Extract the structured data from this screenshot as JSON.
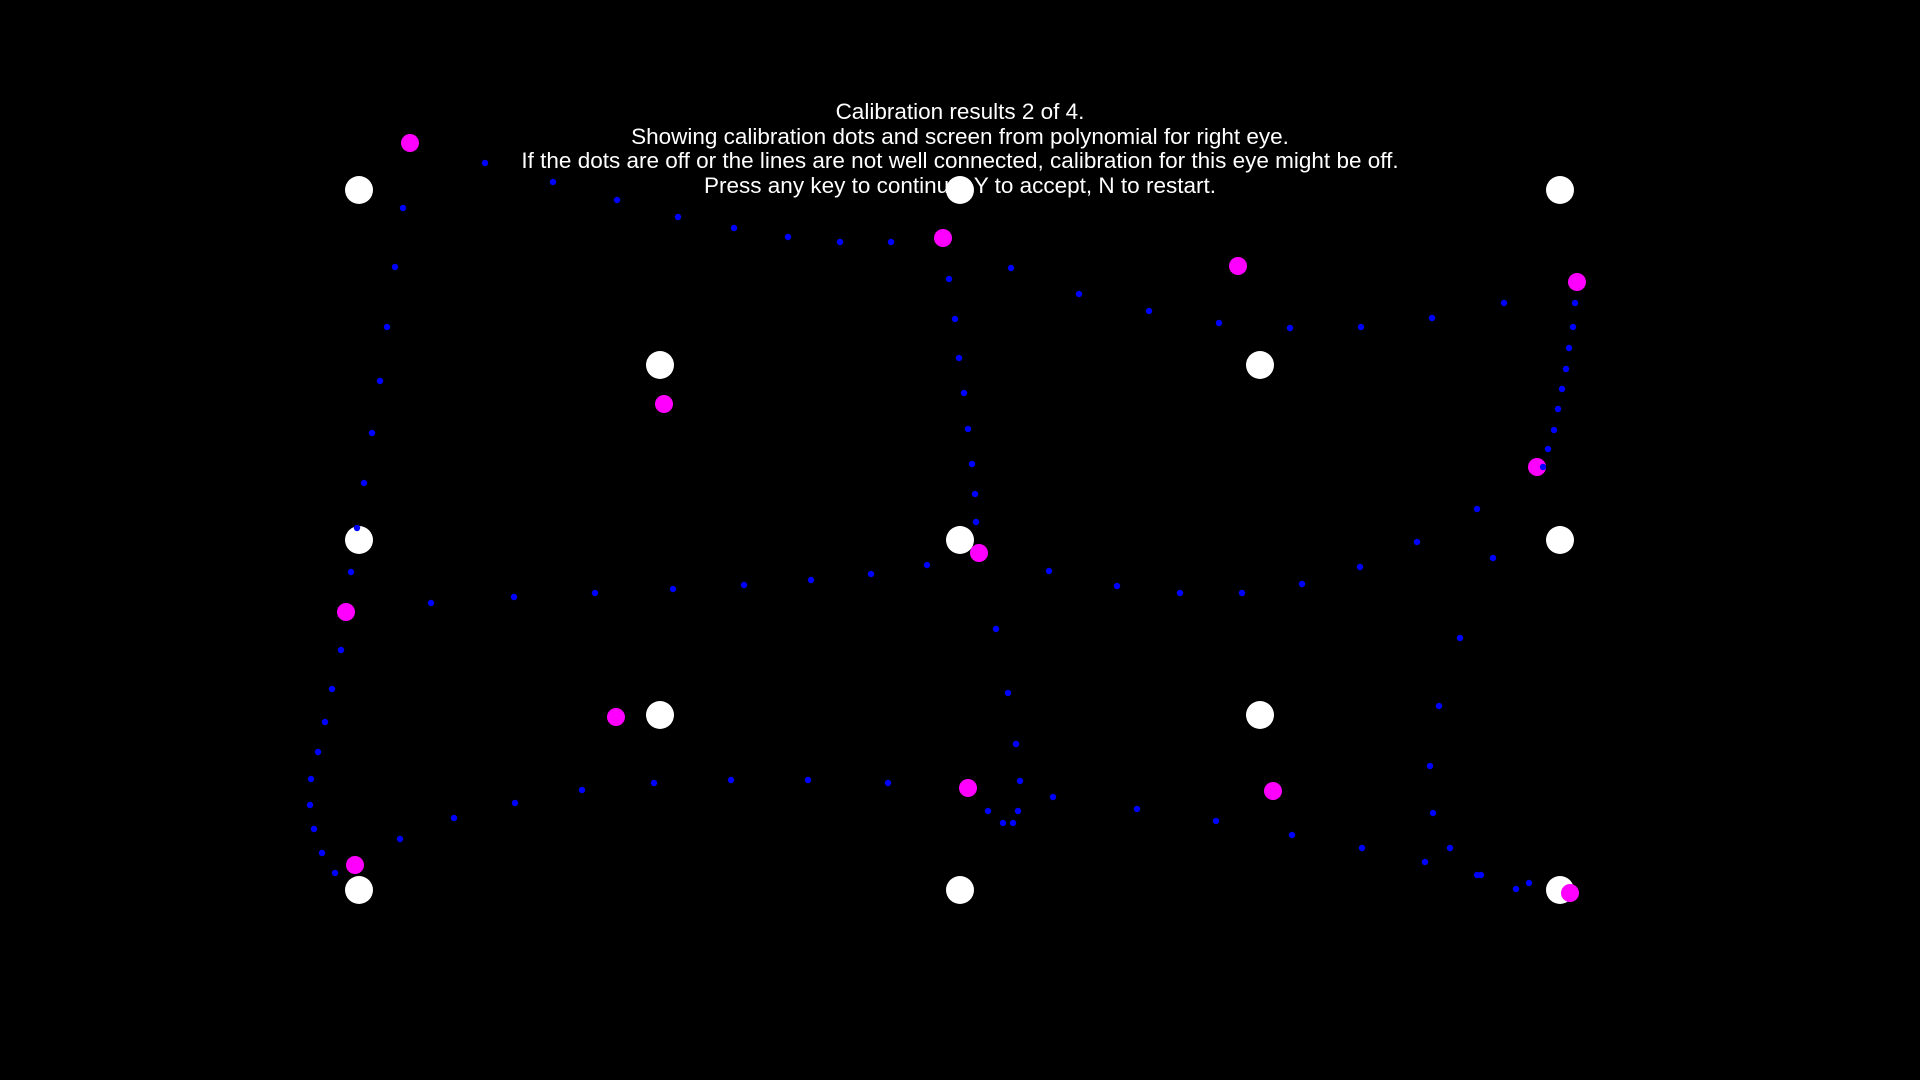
{
  "instructions": {
    "line1": "Calibration results 2 of 4.",
    "line2": "Showing calibration dots and screen from polynomial for right eye.",
    "line3": "If the dots are off or the lines are not well connected, calibration for this eye might be off.",
    "line4": "Press any key to continue, Y to accept, N to restart."
  },
  "colors": {
    "background": "#000000",
    "target": "#ffffff",
    "measured": "#ff00ff",
    "grid": "#0000ff",
    "text": "#ffffff"
  }
}
